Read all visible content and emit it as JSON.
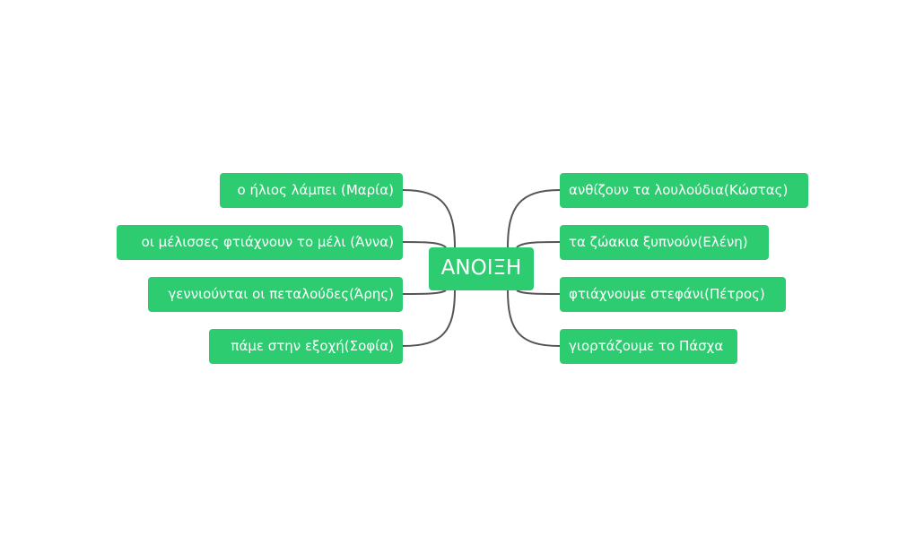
{
  "mindmap": {
    "root": {
      "label": "ΑΝΟΙΞΗ"
    },
    "right_branches": [
      {
        "label": "ανθίζουν τα λουλούδια(Κώστας)"
      },
      {
        "label": "τα ζώακια ξυπνούν(Ελένη)"
      },
      {
        "label": "φτιάχνουμε στεφάνι(Πέτρος)"
      },
      {
        "label": "γιορτάζουμε το Πάσχα"
      }
    ],
    "left_branches": [
      {
        "label": "ο ήλιος λάμπει (Μαρία)"
      },
      {
        "label": "οι μέλισσες φτιάχνουν το μέλι (Άννα)"
      },
      {
        "label": "γεννιούνται οι πεταλούδες(Άρης)"
      },
      {
        "label": "πάμε στην εξοχή(Σοφία)"
      }
    ],
    "colors": {
      "node": "#2ecc71",
      "text": "#ffffff",
      "connector": "#555555"
    }
  }
}
